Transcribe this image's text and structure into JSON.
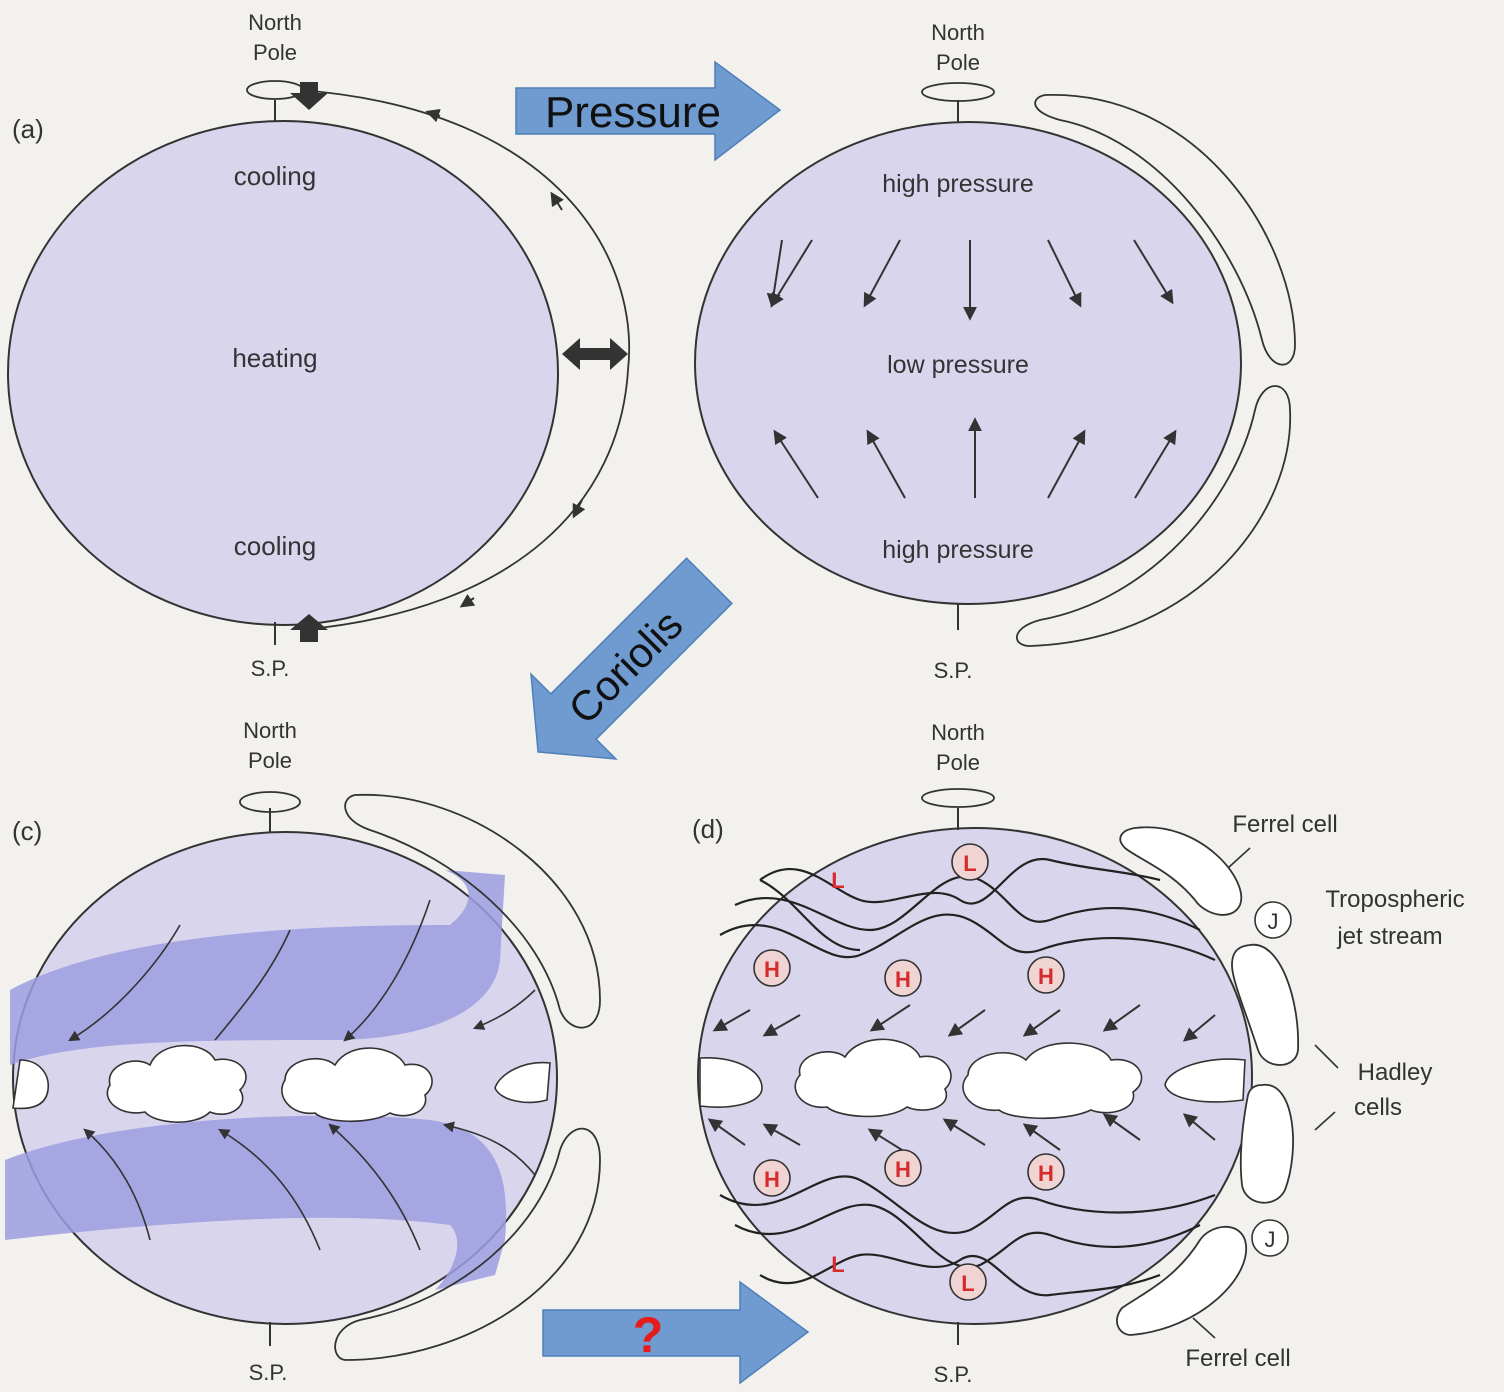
{
  "panel_a": {
    "letter": "(a)",
    "pole_top": [
      "North",
      "Pole"
    ],
    "cooling_top": "cooling",
    "heating": "heating",
    "cooling_bottom": "cooling",
    "pole_bottom": "S.P."
  },
  "panel_b": {
    "pole_top": [
      "North",
      "Pole"
    ],
    "high_top": "high pressure",
    "low": "low pressure",
    "high_bottom": "high pressure",
    "pole_bottom": "S.P."
  },
  "panel_c": {
    "letter": "(c)",
    "pole_top": [
      "North",
      "Pole"
    ],
    "pole_bottom": "S.P."
  },
  "panel_d": {
    "letter": "(d)",
    "pole_top": [
      "North",
      "Pole"
    ],
    "pole_bottom": "S.P.",
    "ferrel_top": "Ferrel cell",
    "jet_label": [
      "Tropospheric",
      "jet stream"
    ],
    "hadley_label": [
      "Hadley",
      "cells"
    ],
    "ferrel_bottom": "Ferrel cell",
    "jet_marker": "J",
    "high_marker": "H",
    "low_marker": "L"
  },
  "transitions": {
    "pressure": "Pressure",
    "coriolis": "Coriolis",
    "question": "?"
  },
  "colors": {
    "globe_fill": "#d9d5ec",
    "arrow_fill": "#6f9bd1",
    "wind_band": "#9b9ee0",
    "marker_red": "#d62b2b",
    "question_red": "#e41c1c"
  }
}
